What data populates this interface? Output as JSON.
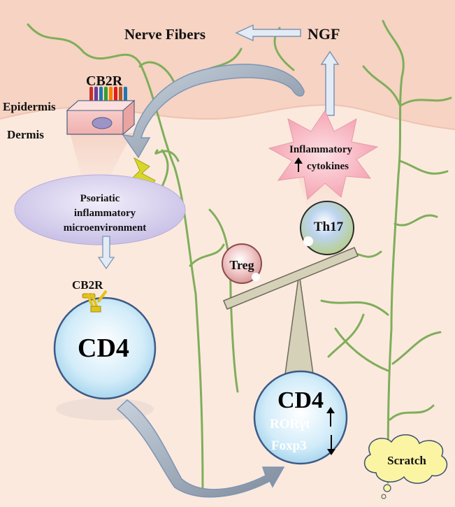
{
  "labels": {
    "nerve_fibers": "Nerve Fibers",
    "ngf": "NGF",
    "cb2r_top": "CB2R",
    "epidermis": "Epidermis",
    "dermis": "Dermis",
    "inflammatory_line1": "Inflammatory",
    "inflammatory_line2": "cytokines",
    "psoriatic_line1": "Psoriatic",
    "psoriatic_line2": "inflammatory",
    "psoriatic_line3": "microenvironment",
    "cb2r_mid": "CB2R",
    "cd4_left": "CD4",
    "th17": "Th17",
    "treg": "Treg",
    "cd4_right": "CD4",
    "ror": "RORγt",
    "foxp3": "Foxp3",
    "scratch": "Scratch"
  },
  "colors": {
    "background_dermis": "#fbe8dc",
    "epidermis_band": "#f6d2c2",
    "nerve": "#7fae5a",
    "arrow_fill": "#dce6f2",
    "arrow_stroke": "#7d95b5",
    "curved_arrow": "#8f9aa8",
    "cell_outline": "#3c5a86",
    "cell_fill": "#cfe9f7",
    "burst": "#f7b5c0",
    "oval": "#d9d3ef",
    "scratch_cloud": "#fbf4a3",
    "lightning": "#d8d62a"
  },
  "icons": [
    "receptor-icon",
    "lightning-icon",
    "up-arrow-icon",
    "down-arrow-icon",
    "keratinocyte-icon"
  ]
}
